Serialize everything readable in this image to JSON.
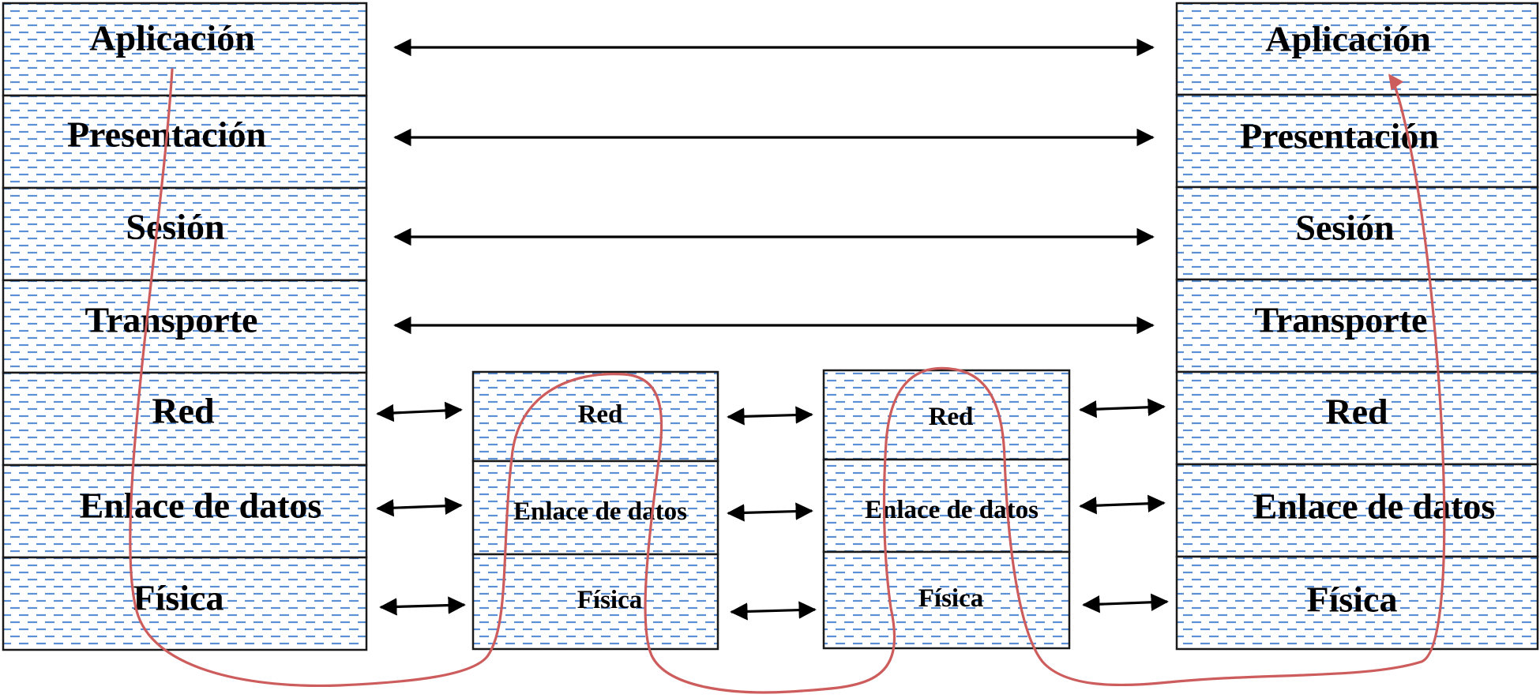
{
  "diagram": {
    "stacks": [
      {
        "id": "host-left",
        "layers": [
          "Aplicación",
          "Presentación",
          "Sesión",
          "Transporte",
          "Red",
          "Enlace de datos",
          "Física"
        ]
      },
      {
        "id": "router-1",
        "layers": [
          "Red",
          "Enlace de datos",
          "Física"
        ]
      },
      {
        "id": "router-2",
        "layers": [
          "Red",
          "Enlace de datos",
          "Física"
        ]
      },
      {
        "id": "host-right",
        "layers": [
          "Aplicación",
          "Presentación",
          "Sesión",
          "Transporte",
          "Red",
          "Enlace de datos",
          "Física"
        ]
      }
    ],
    "colors": {
      "fill": "#ffffff",
      "hatch": "#5b8fd6",
      "border": "#1a1a1a",
      "arrow": "#000000",
      "path": "#cd5c5c"
    }
  }
}
